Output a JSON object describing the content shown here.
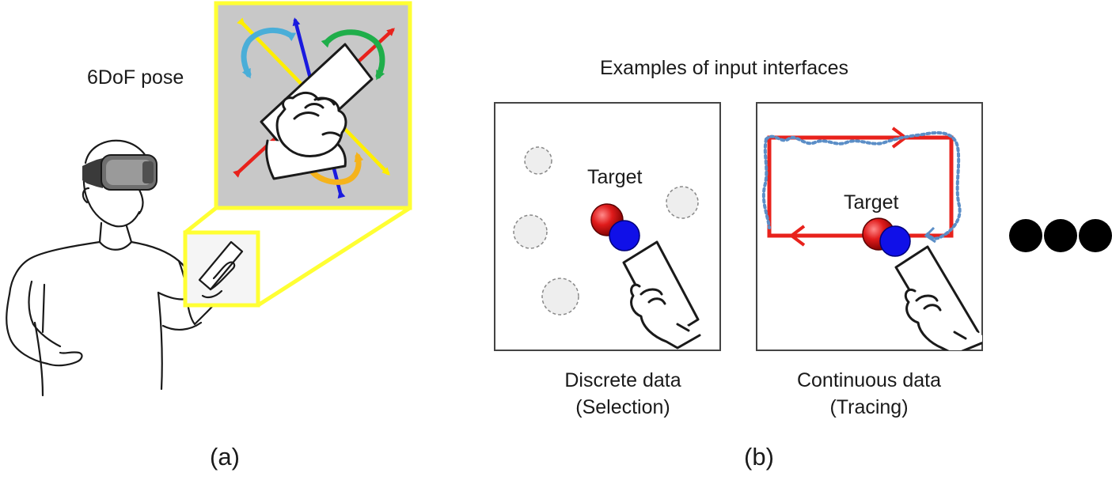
{
  "panel_a": {
    "label": "(a)",
    "pose_label": "6DoF pose"
  },
  "panel_b": {
    "label": "(b)",
    "title": "Examples of input interfaces",
    "discrete": {
      "target_label": "Target",
      "caption_line1": "Discrete data",
      "caption_line2": "(Selection)"
    },
    "continuous": {
      "target_label": "Target",
      "caption_line1": "Continuous data",
      "caption_line2": "(Tracing)"
    }
  },
  "icons": {
    "user": "person-with-vr-headset-icon",
    "hand": "hand-holding-device-icon",
    "more": "ellipsis-dots-icon"
  },
  "colors": {
    "highlight_yellow": "#ffff33",
    "inset_gray": "#c8c8c8",
    "axis_red": "#e8221c",
    "axis_blue": "#1a1adf",
    "axis_yellow": "#ffee00",
    "rot_green": "#1fae4a",
    "rot_cyan": "#4aaed8",
    "rot_orange": "#f5b31c",
    "target_red": "#e01b1b",
    "cursor_blue": "#1010e8",
    "trace_dotted": "#5b8ec7"
  }
}
